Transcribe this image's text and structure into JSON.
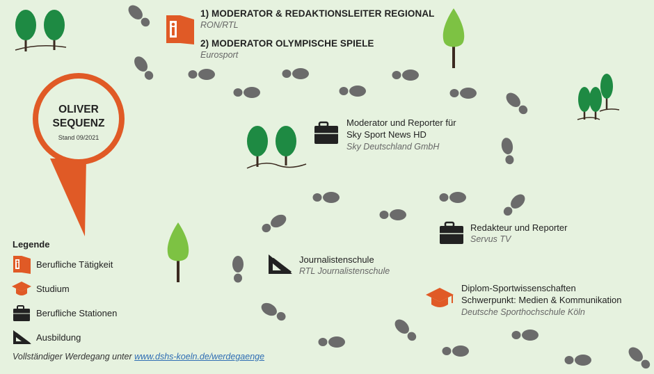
{
  "pin": {
    "name_line1": "OLIVER",
    "name_line2": "SEQUENZ",
    "date": "Stand 09/2021",
    "color": "#e05a26"
  },
  "stations": [
    {
      "title": "1) MODERATOR & REDAKTIONSLEITER REGIONAL",
      "org": "RON/RTL"
    },
    {
      "title": "2) MODERATOR OLYMPISCHE SPIELE",
      "org": "Eurosport"
    },
    {
      "title_line1": "Moderator und Reporter für",
      "title_line2": "Sky Sport News HD",
      "org": "Sky Deutschland GmbH"
    },
    {
      "title": "Redakteur und Reporter",
      "org": "Servus TV"
    },
    {
      "title": "Journalistenschule",
      "org": "RTL Journalistenschule"
    },
    {
      "title_line1": "Diplom-Sportwissenschaften",
      "title_line2": "Schwerpunkt: Medien & Kommunikation",
      "org": "Deutsche Sporthochschule Köln"
    }
  ],
  "legend": {
    "title": "Legende",
    "items": [
      {
        "label": "Berufliche Tätigkeit",
        "icon": "door-person-icon"
      },
      {
        "label": "Studium",
        "icon": "graduation-cap-icon"
      },
      {
        "label": "Berufliche Stationen",
        "icon": "briefcase-icon"
      },
      {
        "label": "Ausbildung",
        "icon": "set-square-icon"
      }
    ]
  },
  "footer": {
    "prefix": "Vollständiger Werdegang unter ",
    "link": "www.dshs-koeln.de/werdegaenge"
  },
  "colors": {
    "background": "#e6f2df",
    "orange": "#e05a26",
    "footprint": "#6b6b6b",
    "tree_dark": "#1e8a43",
    "tree_light": "#7dc243",
    "trunk": "#3b2a20"
  }
}
